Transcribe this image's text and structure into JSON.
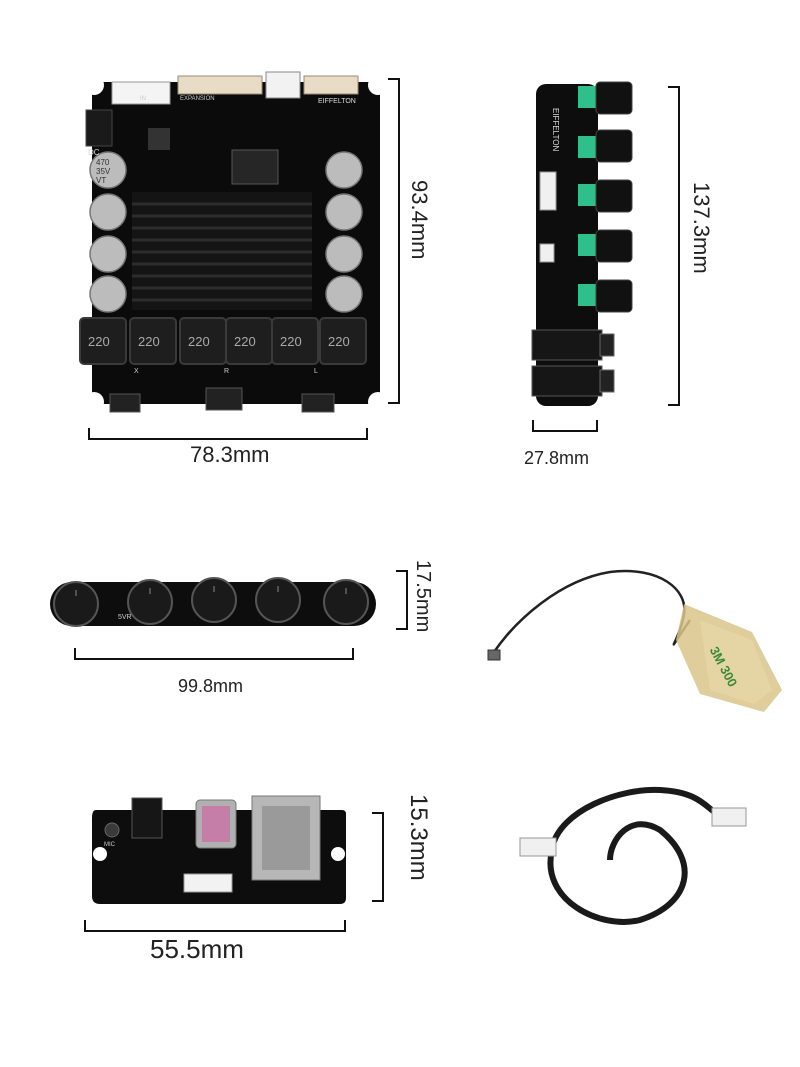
{
  "amplifier_board": {
    "width_label": "78.3mm",
    "height_label": "93.4mm",
    "brand": "EIFFELTON",
    "capacitor_text": [
      "470",
      "35V",
      "VT"
    ],
    "inductor_label": "220",
    "channel_marks": [
      "X",
      "R",
      "L"
    ],
    "dc_label": "DC",
    "connector_labels": [
      "EXPANSION",
      "IN"
    ]
  },
  "control_board": {
    "width_label": "27.8mm",
    "height_label": "137.3mm",
    "brand": "EIFFELTON"
  },
  "knob_board": {
    "width_label": "99.8mm",
    "height_label": "17.5mm",
    "silk_text": "5VR"
  },
  "antenna": {
    "sticker_text": "3M 300"
  },
  "usb_board": {
    "width_label": "55.5mm",
    "height_label": "15.3mm",
    "mic_label": "MIC"
  },
  "cable": {}
}
